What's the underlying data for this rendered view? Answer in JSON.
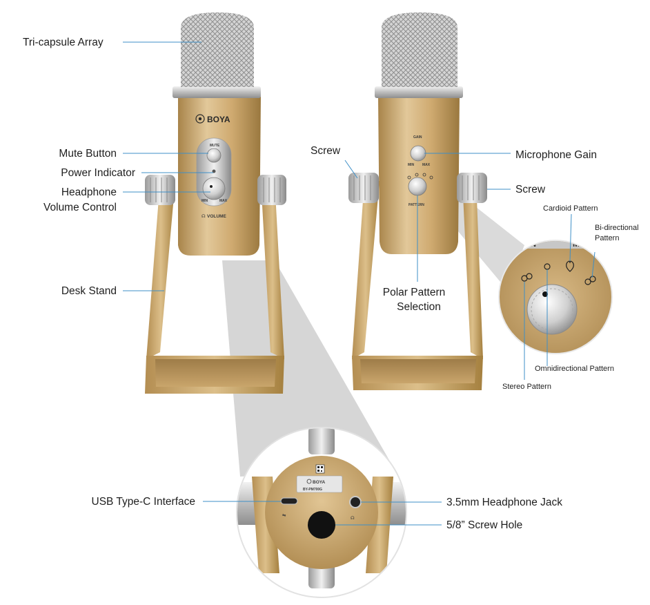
{
  "brand": "BOYA",
  "model": "BY-PM700G",
  "front_labels": {
    "mute": "MUTE",
    "min": "MIN",
    "max": "MAX",
    "volume": "VOLUME"
  },
  "back_labels": {
    "gain": "GAIN",
    "min": "MIN",
    "max": "MAX",
    "pattern": "PATTERN"
  },
  "zoom_labels": {
    "min": "MIN",
    "max": "MA"
  },
  "callouts": {
    "tri_capsule": "Tri-capsule Array",
    "mute_button": "Mute Button",
    "power_indicator": "Power Indicator",
    "headphone_volume_1": "Headphone",
    "headphone_volume_2": "Volume Control",
    "desk_stand": "Desk Stand",
    "screw_left": "Screw",
    "microphone_gain": "Microphone Gain",
    "screw_right": "Screw",
    "polar_pattern_1": "Polar Pattern",
    "polar_pattern_2": "Selection",
    "cardioid": "Cardioid Pattern",
    "bidirectional_1": "Bi-directional",
    "bidirectional_2": "Pattern",
    "omnidirectional": "Omnidirectional Pattern",
    "stereo": "Stereo Pattern",
    "usb_c": "USB Type-C Interface",
    "headphone_jack": "3.5mm Headphone Jack",
    "screw_hole": "5/8” Screw Hole"
  },
  "colors": {
    "gold": "#c9a56b",
    "gold_dark": "#a8844a",
    "gold_light": "#e2c89a",
    "leader": "#3d8fc7",
    "silver": "#c8c8c8"
  }
}
